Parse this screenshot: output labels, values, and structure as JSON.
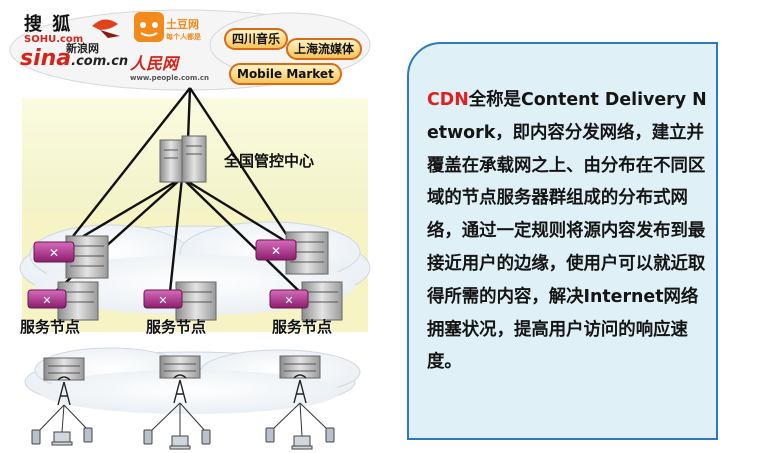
{
  "logos": {
    "sohu": {
      "text": "搜 狐",
      "sub": "SOHU.com"
    },
    "sina": {
      "brand": "sina",
      "domain": ".com.cn",
      "cn": "新浪网"
    },
    "tudou": {
      "text": "土豆网",
      "sub": "每个人都是"
    },
    "people": {
      "text": "人民网",
      "sub": "www.people.com.cn"
    }
  },
  "cloud_labels": [
    "四川音乐",
    "上海流媒体",
    "Mobile Market"
  ],
  "center_label": "全国管控中心",
  "node_labels": [
    "服务节点",
    "服务节点",
    "服务节点"
  ],
  "info": {
    "accent": "CDN",
    "body": "全称是Content Delivery Network，即内容分发网络，建立并覆盖在承载网之上、由分布在不同区域的节点服务器群组成的分布式网络，通过一定规则将源内容发布到最接近用户的边缘，使用户可以就近取得所需的内容，解决Internet网络拥塞状况，提高用户访问的响应速度。"
  },
  "colors": {
    "accent_red": "#e02020",
    "box_fill": "#dff0f6",
    "box_border": "#2c78c4",
    "label_border": "#d86a18",
    "router": "#b0348c"
  }
}
